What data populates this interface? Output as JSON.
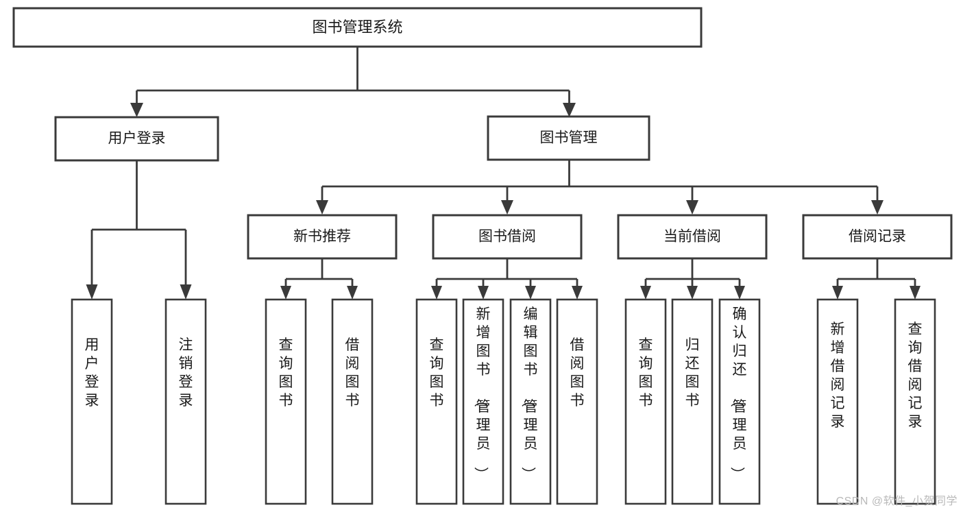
{
  "diagram": {
    "type": "tree-hierarchy-chart",
    "title": "图书管理系统",
    "watermark": "CSDN @软件_小贺同学",
    "colors": {
      "stroke": "#3a3a3a",
      "fill": "#ffffff",
      "text": "#1a1a1a",
      "watermark": "#b9b9b9",
      "background": "#ffffff"
    },
    "levels": {
      "root": {
        "label": "图书管理系统"
      },
      "level1": [
        {
          "label": "用户登录"
        },
        {
          "label": "图书管理"
        }
      ],
      "level2": [
        {
          "label": "新书推荐"
        },
        {
          "label": "图书借阅"
        },
        {
          "label": "当前借阅"
        },
        {
          "label": "借阅记录"
        }
      ],
      "leaves": {
        "user_login": [
          {
            "label": "用户登录"
          },
          {
            "label": "注销登录"
          }
        ],
        "new_book_recommend": [
          {
            "label": "查询图书"
          },
          {
            "label": "借阅图书"
          }
        ],
        "book_borrow": [
          {
            "label": "查询图书"
          },
          {
            "label": "新增图书（管理员）"
          },
          {
            "label": "编辑图书（管理员）"
          },
          {
            "label": "借阅图书"
          }
        ],
        "current_borrow": [
          {
            "label": "查询图书"
          },
          {
            "label": "归还图书"
          },
          {
            "label": "确认归还（管理员）"
          }
        ],
        "borrow_record": [
          {
            "label": "新增借阅记录"
          },
          {
            "label": "查询借阅记录"
          }
        ]
      }
    }
  }
}
